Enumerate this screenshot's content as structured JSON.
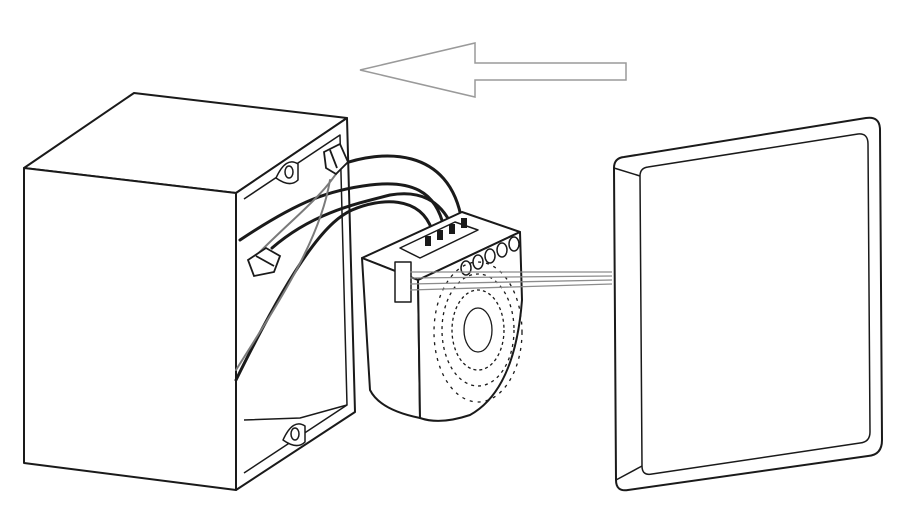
{
  "diagram": {
    "description_text": "",
    "parts": [
      "direction-arrow",
      "wall-box",
      "wires",
      "wire-nuts",
      "relay-module",
      "ribbon-cable",
      "switch-panel"
    ],
    "colors": {
      "line": "#1a1a1a",
      "arrow": "#9a9a9a",
      "ribbon": "#8c8c8c",
      "background": "#ffffff"
    }
  }
}
